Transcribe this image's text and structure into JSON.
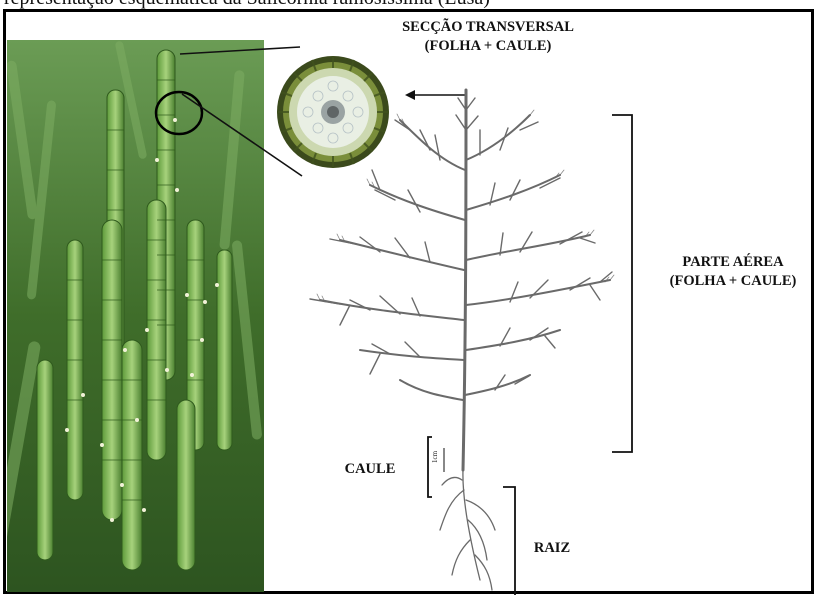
{
  "top_caption": "representação esquemática da Salicornia ramosissima (Lusa)",
  "labels": {
    "section_line1": "SECÇÃO TRANSVERSAL",
    "section_line2": "(FOLHA + CAULE)",
    "aerial_line1": "PARTE AÉREA",
    "aerial_line2": "(FOLHA + CAULE)",
    "stem": "CAULE",
    "root": "RAIZ",
    "scale": "1cm"
  },
  "colors": {
    "frame": "#000000",
    "photo_green": "#4d7f34",
    "drawing": "#6a6a6a",
    "section_ring": "#3b4a1c"
  }
}
